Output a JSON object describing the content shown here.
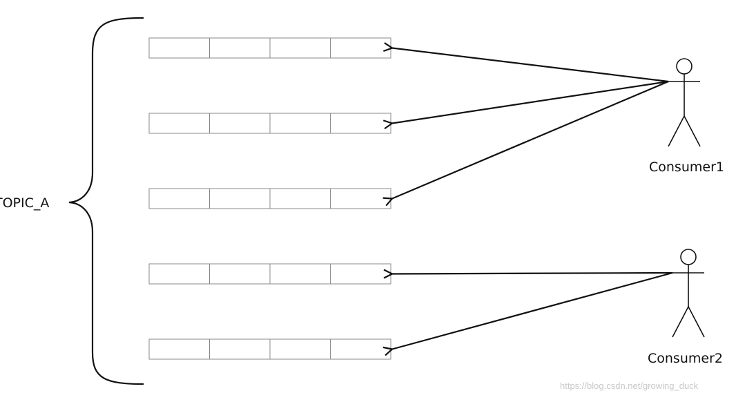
{
  "diagram": {
    "topic": {
      "label": "TOPIC_A",
      "partition_count": 5,
      "cells_per_partition": 4
    },
    "consumers": [
      {
        "label": "Consumer1",
        "partitions": [
          0,
          1,
          2
        ]
      },
      {
        "label": "Consumer2",
        "partitions": [
          3,
          4
        ]
      }
    ],
    "watermark": "https://blog.csdn.net/growing_duck",
    "colors": {
      "stroke": "#111111",
      "cell_border": "#8a8a8a",
      "watermark": "#c8c8c8"
    }
  }
}
